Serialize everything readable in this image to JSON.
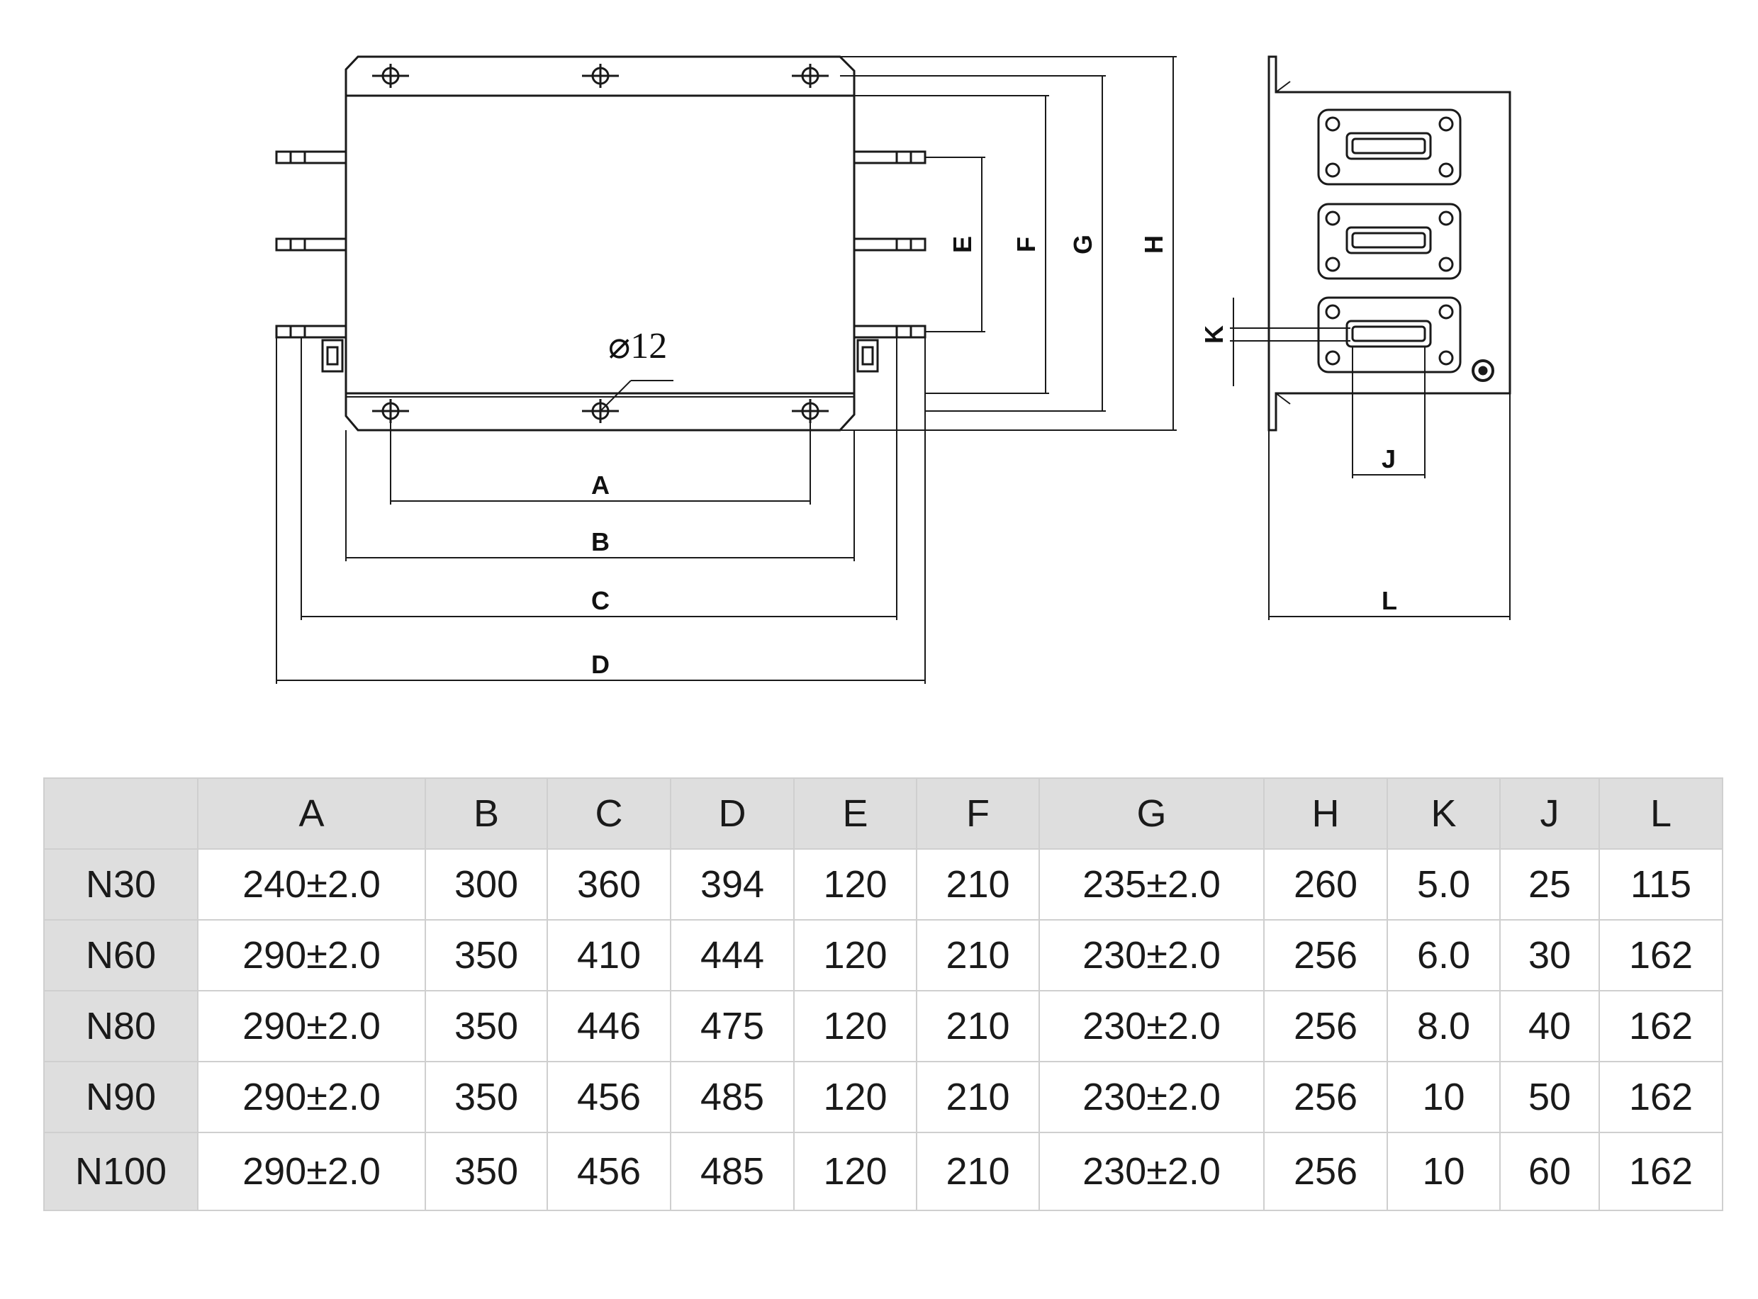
{
  "diagram": {
    "hole_label": "⌀12",
    "labels": {
      "A": "A",
      "B": "B",
      "C": "C",
      "D": "D",
      "E": "E",
      "F": "F",
      "G": "G",
      "H": "H",
      "K": "K",
      "J": "J",
      "L": "L"
    }
  },
  "table": {
    "headers": [
      "",
      "A",
      "B",
      "C",
      "D",
      "E",
      "F",
      "G",
      "H",
      "K",
      "J",
      "L"
    ],
    "rows": [
      [
        "N30",
        "240±2.0",
        "300",
        "360",
        "394",
        "120",
        "210",
        "235±2.0",
        "260",
        "5.0",
        "25",
        "115"
      ],
      [
        "N60",
        "290±2.0",
        "350",
        "410",
        "444",
        "120",
        "210",
        "230±2.0",
        "256",
        "6.0",
        "30",
        "162"
      ],
      [
        "N80",
        "290±2.0",
        "350",
        "446",
        "475",
        "120",
        "210",
        "230±2.0",
        "256",
        "8.0",
        "40",
        "162"
      ],
      [
        "N90",
        "290±2.0",
        "350",
        "456",
        "485",
        "120",
        "210",
        "230±2.0",
        "256",
        "10",
        "50",
        "162"
      ],
      [
        "N100",
        "290±2.0",
        "350",
        "456",
        "485",
        "120",
        "210",
        "230±2.0",
        "256",
        "10",
        "60",
        "162"
      ]
    ]
  }
}
